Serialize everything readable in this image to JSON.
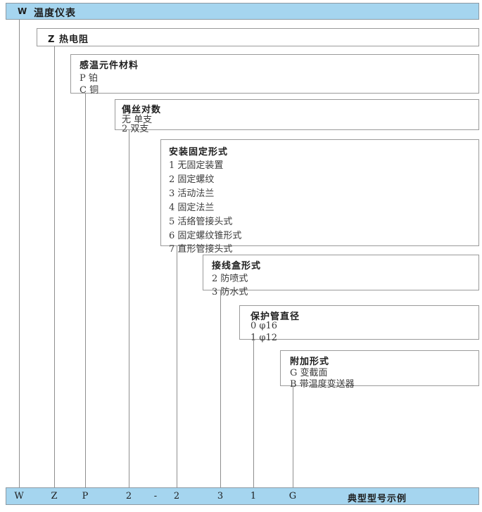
{
  "diagram": {
    "title_bar": {
      "code": "W",
      "label": "温度仪表",
      "color": "#a5d5ef"
    },
    "sections": [
      {
        "name": "thermal-resistance",
        "title": "Z  热电阻",
        "options": []
      },
      {
        "name": "sensing-element-material",
        "title": "感温元件材料",
        "options": [
          "P 铂",
          "C 铜"
        ]
      },
      {
        "name": "wire-pair-count",
        "title": "偶丝对数",
        "options": [
          "无 单支",
          "2 双支"
        ]
      },
      {
        "name": "mounting-fixing-type",
        "title": "安装固定形式",
        "options": [
          "1 无固定装置",
          "2 固定螺纹",
          "3 活动法兰",
          "4 固定法兰",
          "5 活络管接头式",
          "6 固定螺纹锥形式",
          "7 直形管接头式"
        ]
      },
      {
        "name": "junction-box-type",
        "title": "接线盒形式",
        "options": [
          "2 防喷式",
          "3 防水式"
        ]
      },
      {
        "name": "protection-tube-diameter",
        "title": "保护管直径",
        "options": [
          "0  φ16",
          "1  φ12"
        ]
      },
      {
        "name": "additional-type",
        "title": "附加形式",
        "options": [
          "G 变截面",
          "B  带温度变送器"
        ]
      }
    ],
    "model_strip": {
      "color": "#a5d5ef",
      "characters": [
        "W",
        "Z",
        "P",
        "2",
        "-",
        "2",
        "3",
        "1",
        "G"
      ],
      "note": "典型型号示例"
    }
  }
}
